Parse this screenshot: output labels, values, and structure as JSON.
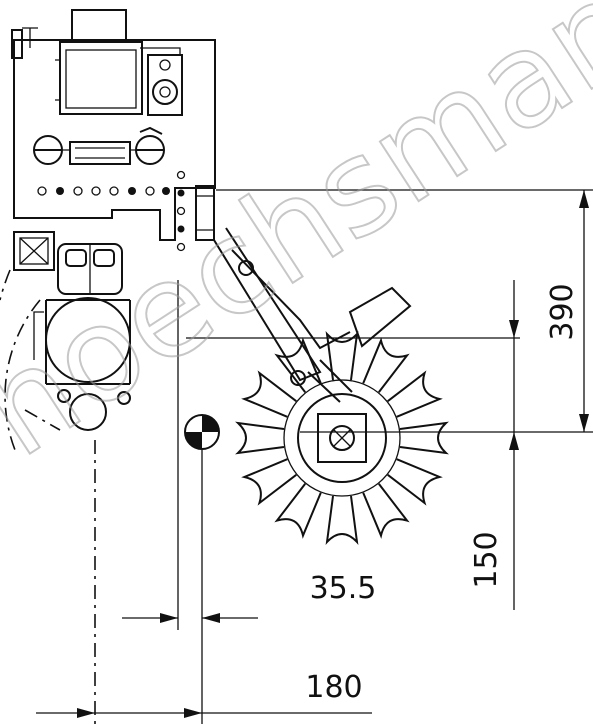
{
  "watermark": "hoechsmann",
  "dimensions": {
    "height_upper": "390",
    "height_lower": "150",
    "offset_small": "35.5",
    "offset_large": "180"
  }
}
